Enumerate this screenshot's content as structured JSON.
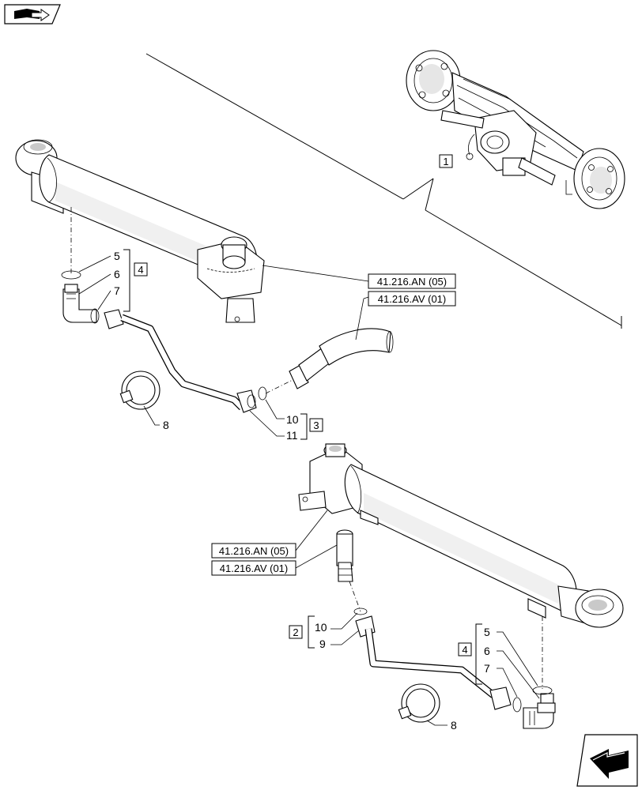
{
  "header": {
    "nav_icon": "book-arrow-icon"
  },
  "footer": {
    "next_icon": "next-page-arrow-icon"
  },
  "callouts": {
    "assembly_box": "1",
    "upper_kit_box": "4",
    "upper_hose_kit_box": "3",
    "lower_hose_kit_box": "2",
    "lower_kit_box": "4",
    "upper_ring": "5",
    "upper_elbow": "6",
    "upper_oring": "7",
    "upper_clamp": "8",
    "upper_washer": "10",
    "upper_adapter": "11",
    "lower_washer": "10",
    "lower_adapter": "9",
    "lower_ring": "5",
    "lower_elbow": "6",
    "lower_oring": "7",
    "lower_clamp": "8"
  },
  "references": {
    "upper_cyl": "41.216.AN (05)",
    "upper_hose": "41.216.AV (01)",
    "lower_cyl": "41.216.AN (05)",
    "lower_hose": "41.216.AV (01)"
  }
}
